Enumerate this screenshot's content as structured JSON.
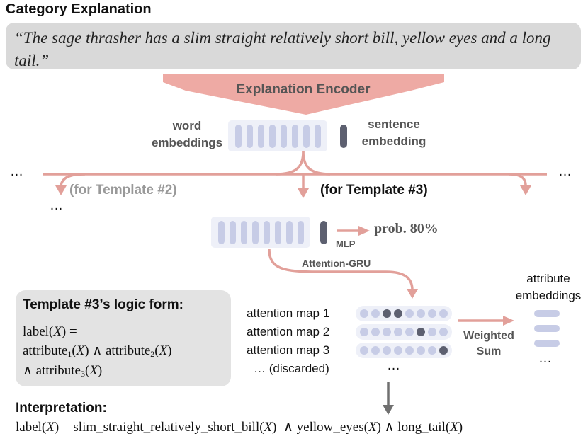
{
  "title": "Category Explanation",
  "quote": "“The sage thrasher has a slim straight relatively short bill, yellow eyes and a long tail.”",
  "encoder_label": "Explanation Encoder",
  "word_embeddings_label_1": "word",
  "word_embeddings_label_2": "embeddings",
  "sentence_embedding_label_1": "sentence",
  "sentence_embedding_label_2": "embedding",
  "ellipsis": "…",
  "template2_label": "(for Template #2)",
  "template3_label": "(for Template #3)",
  "prob_label": "prob. 80%",
  "mlp_label": "MLP",
  "attention_gru_label": "Attention-GRU",
  "attribute_embeddings_label_1": "attribute",
  "attribute_embeddings_label_2": "embeddings",
  "weighted_sum_label_1": "Weighted",
  "weighted_sum_label_2": "Sum",
  "attention_maps": [
    "attention map 1",
    "attention map 2",
    "attention map 3"
  ],
  "discarded_label": "… (discarded)",
  "logic_title": "Template #3’s logic form:",
  "logic_lines": {
    "line1": "label(X) =",
    "line2": "attribute1(X) ∧ attribute2(X)",
    "line3": "∧ attribute3(X)"
  },
  "interpretation_title": "Interpretation:",
  "interpretation": "label(X) = slim_straight_relatively_short_bill(X)  ∧ yellow_eyes(X) ∧ long_tail(X)",
  "colors": {
    "pink": "#e8a49e",
    "lavender": "#c7cce6",
    "dark_slate": "#5d6070",
    "box_gray": "#d9d9d9"
  }
}
